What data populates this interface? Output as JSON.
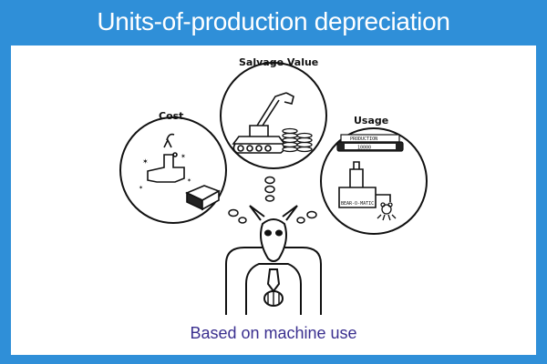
{
  "slide": {
    "title": "Units-of-production depreciation",
    "caption": "Based on machine use"
  },
  "bubbles": {
    "cost": {
      "label": "Cost"
    },
    "salvage": {
      "label": "Salvage Value"
    },
    "usage": {
      "label": "Usage",
      "banner": "PRODUCTION",
      "counter": "10000",
      "machine_label": "BEAR-O-MATIC"
    }
  },
  "colors": {
    "frame": "#2f8fd8",
    "title_text": "#ffffff",
    "caption_text": "#3a2f8f",
    "ink": "#111111"
  }
}
